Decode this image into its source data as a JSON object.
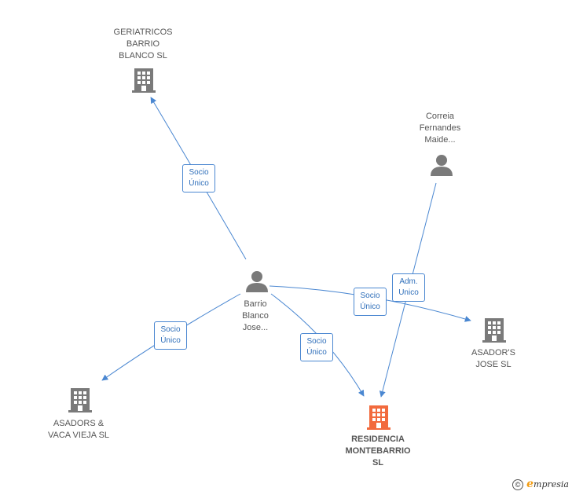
{
  "colors": {
    "edge": "#4a87d1",
    "company": "#7a7a7a",
    "person": "#7a7a7a",
    "focus": "#f26a3d"
  },
  "nodes": {
    "geriatricos": {
      "label": "GERIATRICOS\nBARRIO\nBLANCO  SL",
      "icon": "building-icon"
    },
    "correia": {
      "label": "Correia\nFernandes\nMaide...",
      "icon": "person-icon"
    },
    "barrio": {
      "label": "Barrio\nBlanco\nJose...",
      "icon": "person-icon"
    },
    "asadors_jose": {
      "label": "ASADOR'S\nJOSE  SL",
      "icon": "building-icon"
    },
    "asadors_vaca": {
      "label": "ASADORS &\nVACA VIEJA  SL",
      "icon": "building-icon"
    },
    "residencia": {
      "label": "RESIDENCIA\nMONTEBARRIO\nSL",
      "icon": "building-icon"
    }
  },
  "edges": {
    "to_geriatricos": {
      "label": "Socio\nÚnico"
    },
    "to_asadors_vaca": {
      "label": "Socio\nÚnico"
    },
    "to_asadors_jose": {
      "label": "Socio\nÚnico"
    },
    "to_residencia": {
      "label": "Socio\nÚnico"
    },
    "correia_to_residencia": {
      "label": "Adm.\nUnico"
    }
  },
  "brand": {
    "copyright_symbol": "©",
    "first_letter": "e",
    "rest": "mpresia"
  }
}
